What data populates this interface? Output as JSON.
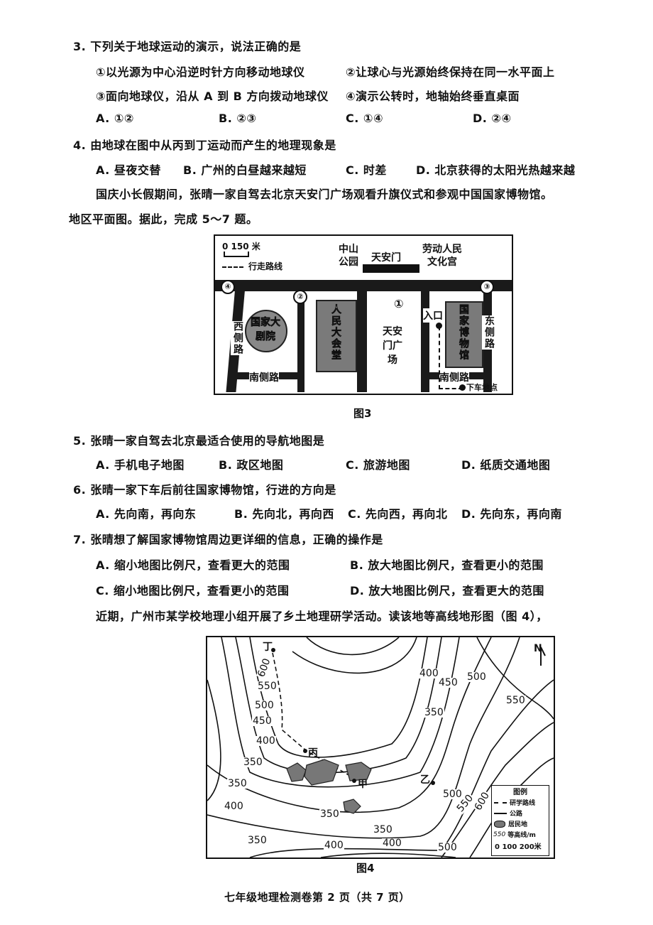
{
  "q3": {
    "stem": "3. 下列关于地球运动的演示，说法正确的是",
    "items": [
      "①以光源为中心沿逆时针方向移动地球仪",
      "②让球心与光源始终保持在同一水平面上",
      "③面向地球仪，沿从 A 到 B 方向拨动地球仪",
      "④演示公转时，地轴始终垂直桌面"
    ],
    "options": [
      "A. ①②",
      "B. ②③",
      "C. ①④",
      "D. ②④"
    ]
  },
  "q4": {
    "stem": "4. 由地球在图中从丙到丁运动而产生的地理现象是",
    "options": [
      "A. 昼夜交替",
      "B. 广州的白昼越来越短",
      "C. 时差",
      "D. 北京获得的太阳光热越来越"
    ]
  },
  "intro1": {
    "line1": "国庆小长假期间，张晴一家自驾去北京天安门广场观看升旗仪式和参观中国国家博物馆。",
    "line2": "地区平面图。据此，完成 5～7 题。"
  },
  "fig3": {
    "caption": "图3",
    "scale": "0    150 米",
    "route_legend": "行走路线",
    "labels": {
      "zhongshan": "中山公园",
      "tiananmen": "天安门",
      "laodong": "劳动人民文化宫",
      "theatre": "国家大剧院",
      "hall": "人民大会堂",
      "square": "天安门广场",
      "museum": "国家博物馆",
      "west_road": "西侧路",
      "east_road": "东侧路",
      "south_road_w": "南侧路",
      "south_road_e": "南侧路",
      "entrance": "入口",
      "dropoff": "下车地点",
      "n1": "①",
      "n2": "②",
      "n3": "③",
      "n4": "④"
    }
  },
  "q5": {
    "stem": "5. 张晴一家自驾去北京最适合使用的导航地图是",
    "options": [
      "A. 手机电子地图",
      "B. 政区地图",
      "C. 旅游地图",
      "D. 纸质交通地图"
    ]
  },
  "q6": {
    "stem": "6. 张晴一家下车后前往国家博物馆，行进的方向是",
    "options": [
      "A. 先向南，再向东",
      "B. 先向北，再向西",
      "C. 先向西，再向北",
      "D. 先向东，再向南"
    ]
  },
  "q7": {
    "stem": "7. 张晴想了解国家博物馆周边更详细的信息，正确的操作是",
    "options": [
      "A. 缩小地图比例尺，查看更大的范围",
      "B. 放大地图比例尺，查看更小的范围",
      "C. 缩小地图比例尺，查看更小的范围",
      "D. 放大地图比例尺，查看更大的范围"
    ]
  },
  "intro2": "近期，广州市某学校地理小组开展了乡土地理研学活动。读该地等高线地形图（图 4），",
  "fig4": {
    "caption": "图4",
    "north": "N",
    "points": [
      "丁",
      "丙",
      "甲",
      "乙"
    ],
    "contour_labels": [
      "600",
      "550",
      "500",
      "450",
      "400",
      "350",
      "350",
      "400",
      "350",
      "350",
      "350",
      "400",
      "400",
      "500",
      "500",
      "550",
      "600",
      "400",
      "450",
      "500",
      "550",
      "350"
    ],
    "legend": {
      "title": "图例",
      "route": "研学路线",
      "road": "公路",
      "settlement": "居民地",
      "contour": "等高线/m",
      "contour_sample": "550",
      "scale": "0 100 200米"
    }
  },
  "footer": "七年级地理检测卷第 2 页（共 7 页）"
}
